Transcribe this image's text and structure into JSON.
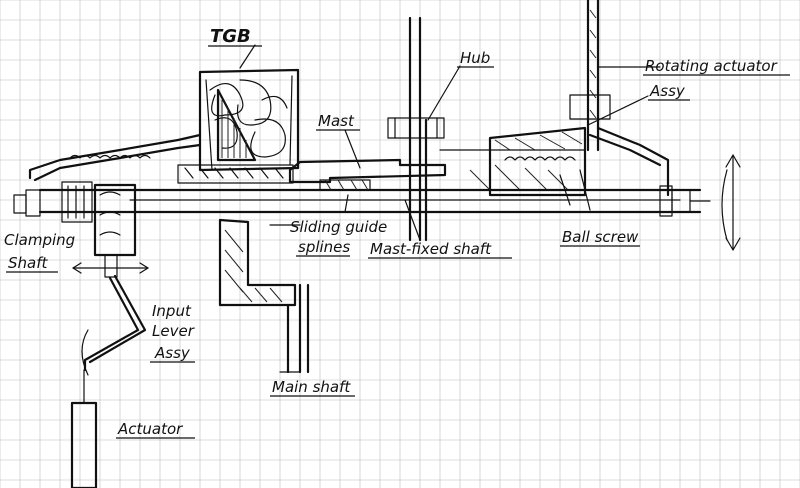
{
  "labels": {
    "tgb": "TGB",
    "hub": "Hub",
    "rotating_actuator_line1": "Rotating actuator",
    "rotating_actuator_line2": "Assy",
    "mast": "Mast",
    "clamping_line1": "Clamping",
    "clamping_line2": "Shaft",
    "sliding_line1": "Sliding guide",
    "sliding_line2": "splines",
    "mast_fixed_shaft": "Mast-fixed shaft",
    "ball_screw": "Ball screw",
    "input_line1": "Input",
    "input_line2": "Lever",
    "input_line3": "Assy",
    "main_shaft": "Main shaft",
    "actuator": "Actuator"
  },
  "colors": {
    "ink": "#111111",
    "grid": "#bcbcbc",
    "paper": "#ffffff"
  }
}
